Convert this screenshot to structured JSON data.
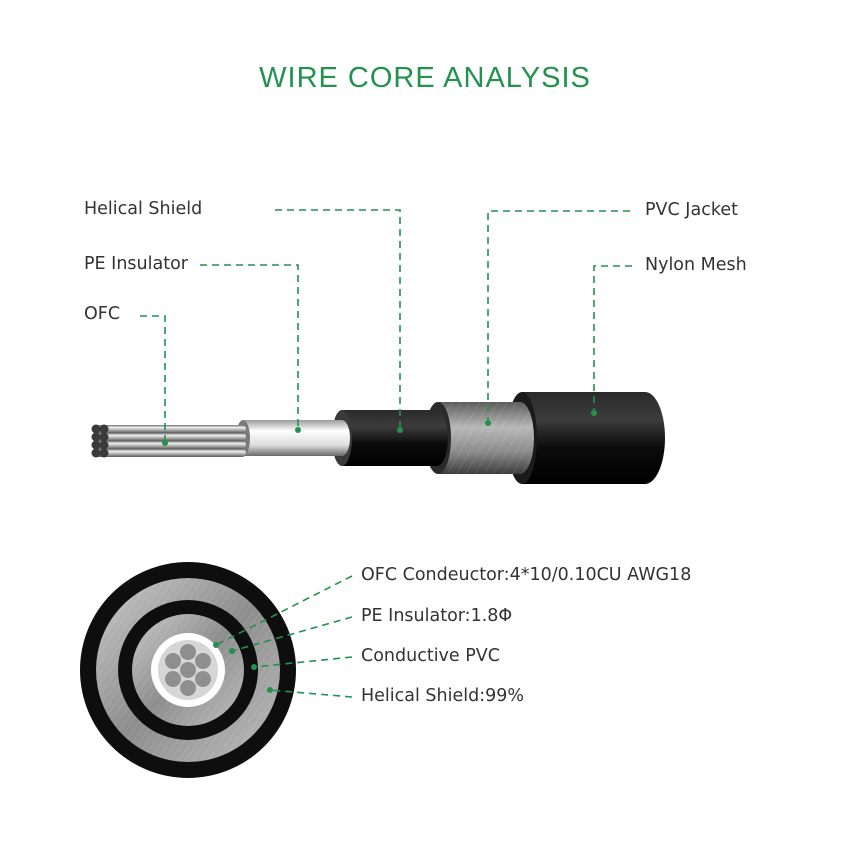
{
  "title": "WIRE CORE ANALYSIS",
  "side_labels": {
    "helical_shield": "Helical Shield",
    "pe_insulator": "PE Insulator",
    "ofc": "OFC",
    "pvc_jacket": "PVC Jacket",
    "nylon_mesh": "Nylon Mesh"
  },
  "cross_section_labels": {
    "ofc_conductor": "OFC Condeuctor:4*10/0.10CU AWG18",
    "pe_insulator": "PE Insulator:1.8Φ",
    "conductive_pvc": "Conductive PVC",
    "helical_shield": "Helical Shield:99%"
  },
  "colors": {
    "accent": "#23924f",
    "text": "#333333"
  }
}
